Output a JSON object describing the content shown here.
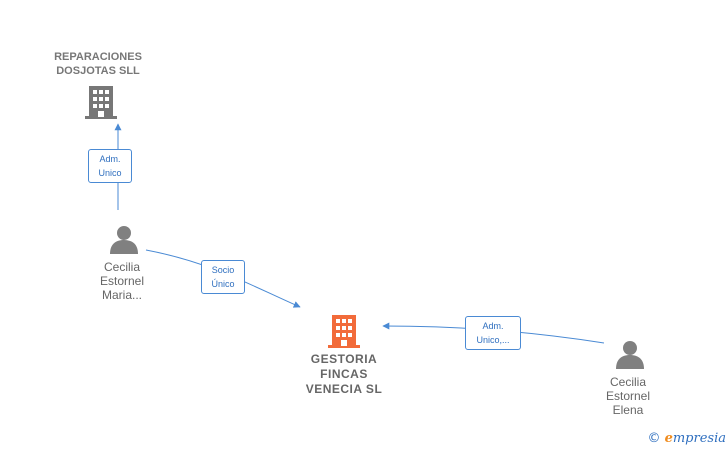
{
  "nodes": {
    "reparaciones": {
      "line1": "REPARACIONES",
      "line2": "DOSJOTAS SLL",
      "color": "#777777",
      "icon": "building-icon"
    },
    "gestoria": {
      "line1": "GESTORIA",
      "line2": "FINCAS",
      "line3": "VENECIA  SL",
      "color": "#f26b3a",
      "icon": "building-icon"
    },
    "cecilia_maria": {
      "line1": "Cecilia",
      "line2": "Estornel",
      "line3": "Maria...",
      "icon": "person-icon"
    },
    "cecilia_elena": {
      "line1": "Cecilia",
      "line2": "Estornel",
      "line3": "Elena",
      "icon": "person-icon"
    }
  },
  "edges": {
    "adm_unico_1": {
      "line1": "Adm.",
      "line2": "Unico"
    },
    "socio_unico": {
      "line1": "Socio",
      "line2": "Único"
    },
    "adm_unico_2": {
      "line1": "Adm.",
      "line2": "Unico,..."
    }
  },
  "footer": {
    "copyright": "©",
    "brand_initial": "e",
    "brand_rest": "mpresia"
  },
  "colors": {
    "edge": "#4a8ad4",
    "person": "#808080"
  }
}
